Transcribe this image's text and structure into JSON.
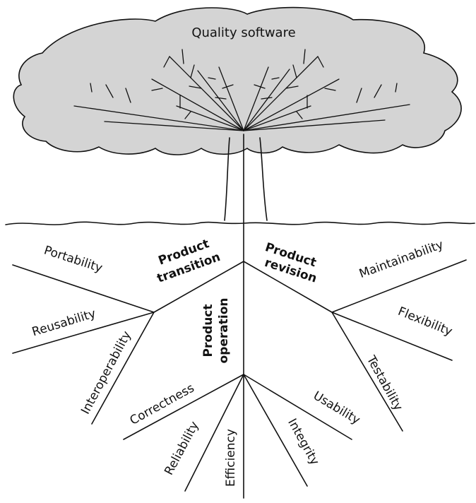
{
  "tree": {
    "title": "Quality software",
    "colors": {
      "canopy": "#d4d4d4",
      "line": "#111111"
    }
  },
  "groups": {
    "transition": {
      "line1": "Product",
      "line2": "transition"
    },
    "revision": {
      "line1": "Product",
      "line2": "revision"
    },
    "operation": {
      "line1": "Product",
      "line2": "operation"
    }
  },
  "factors": {
    "portability": "Portability",
    "reusability": "Reusability",
    "interoperability": "Interoperability",
    "maintainability": "Maintainability",
    "flexibility": "Flexibility",
    "testability": "Testability",
    "correctness": "Correctness",
    "reliability": "Reliability",
    "efficiency": "Efficiency",
    "integrity": "Integrity",
    "usability": "Usability"
  }
}
